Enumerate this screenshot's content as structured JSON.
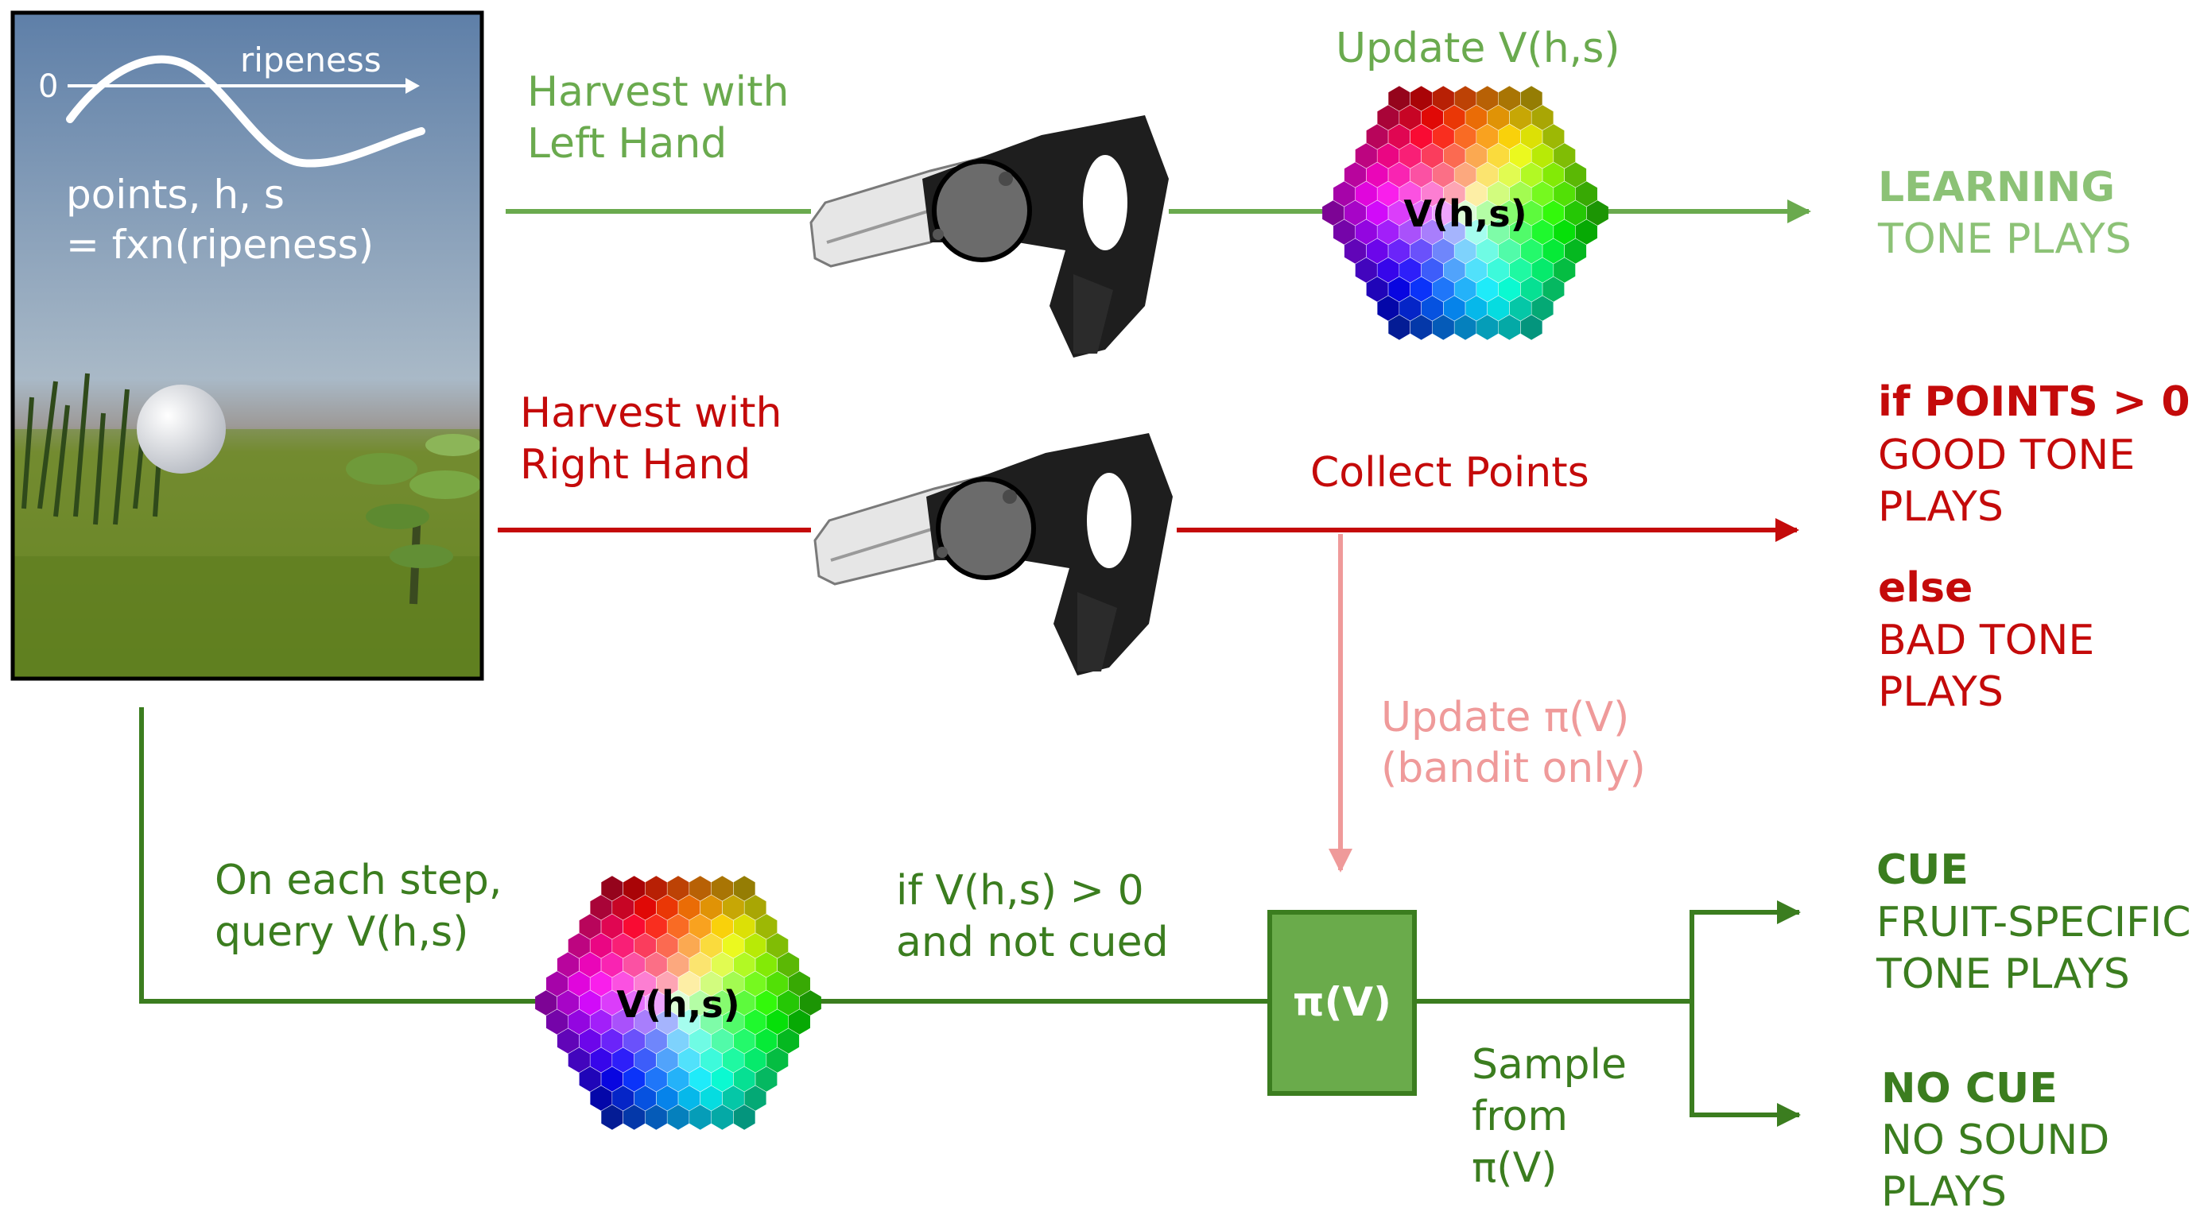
{
  "scene": {
    "axis_zero": "0",
    "axis_label": "ripeness",
    "formula_line1": "points, h, s",
    "formula_line2": "= fxn(ripeness)"
  },
  "left_path": {
    "label_line1": "Harvest with",
    "label_line2": "Left Hand",
    "update_label": "Update V(h,s)",
    "value_label": "V(h,s)",
    "outcome_line1": "LEARNING",
    "outcome_line2": "TONE PLAYS"
  },
  "right_path": {
    "label_line1": "Harvest with",
    "label_line2": "Right Hand",
    "collect_label": "Collect Points",
    "update_policy_line1": "Update π(V)",
    "update_policy_line2": "(bandit only)",
    "if_line": "if POINTS > 0",
    "good_line1": "GOOD  TONE",
    "good_line2": "PLAYS",
    "else_line": "else",
    "bad_line1": "BAD TONE",
    "bad_line2": "PLAYS"
  },
  "query_path": {
    "label_line1": "On each step,",
    "label_line2": "query V(h,s)",
    "value_label": "V(h,s)",
    "cond_line1": "if V(h,s) > 0",
    "cond_line2": "and not cued",
    "policy_label": "π(V)",
    "sample_line1": "Sample",
    "sample_line2": "from",
    "sample_line3": "π(V)",
    "cue_title": "CUE",
    "cue_line1": "FRUIT-SPECIFIC",
    "cue_line2": "TONE PLAYS",
    "nocue_title": "NO CUE",
    "nocue_line1": "NO SOUND",
    "nocue_line2": "PLAYS"
  },
  "colors": {
    "light_green": "#6aaa4e",
    "dark_green": "#3b7d1f",
    "red": "#c40a0a",
    "pink": "#ef9a9a",
    "box_fill": "#6aab4b"
  }
}
